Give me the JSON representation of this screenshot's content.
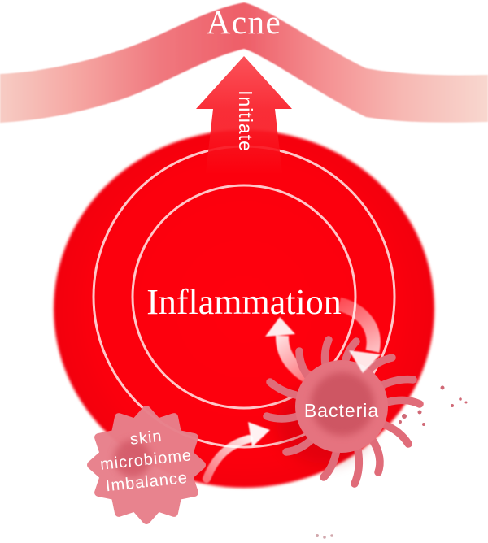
{
  "diagram": {
    "title": "Acne",
    "initiate_label": "Initiate",
    "inflammation_label": "Inflammation",
    "bacteria_label": "Bacteria",
    "burst": {
      "lines": [
        "skin",
        "microbiome",
        "Imbalance"
      ]
    },
    "colors": {
      "main_red": "#fc0009",
      "band_crest": "#ee5e68",
      "band_edge_left": "#f7ccc4",
      "band_edge_right": "#f8d7cf",
      "initiate_arrow_red": "#f9252f",
      "ring_white": "#ffffff",
      "bacteria_body": "#e5737f",
      "bacteria_core": "#cd5462",
      "bacteria_arm": "#e06c79",
      "burst_fill": "#e8808b",
      "burst_core": "#d15765",
      "label_text": "#ffffff"
    }
  }
}
